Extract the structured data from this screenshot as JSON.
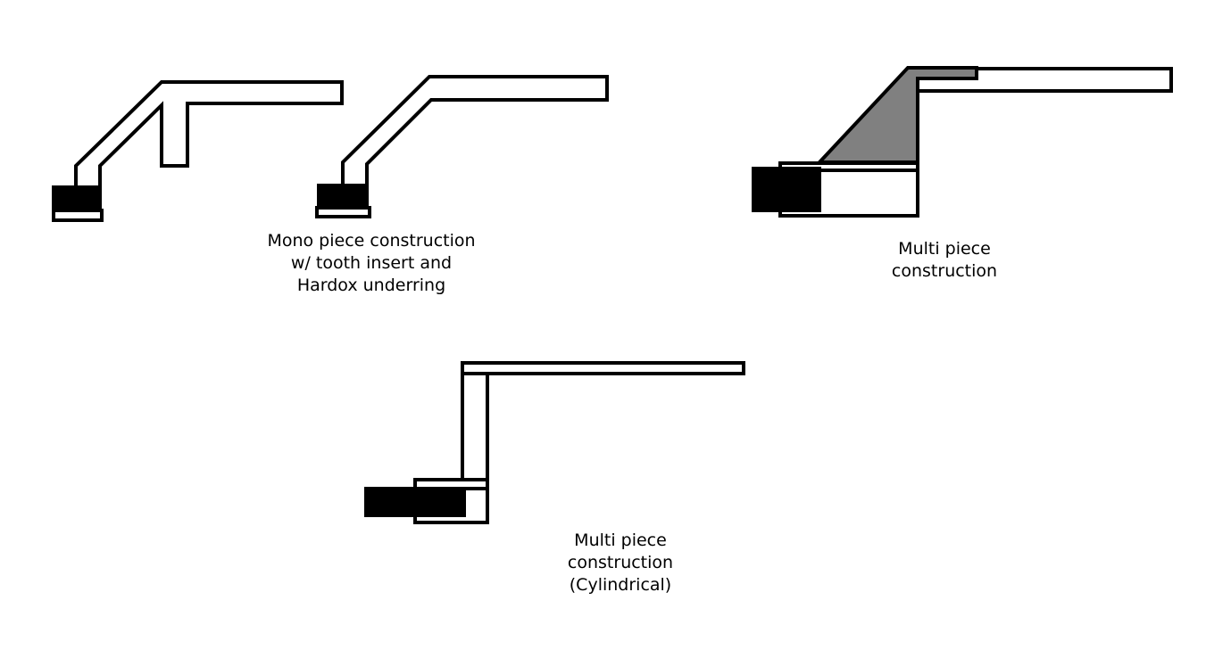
{
  "captions": {
    "mono": {
      "line1": "Mono piece construction",
      "line2": "w/ tooth insert and",
      "line3": "Hardox underring"
    },
    "multi": {
      "line1": "Multi piece",
      "line2": "construction"
    },
    "cylindrical": {
      "line1": "Multi piece",
      "line2": "construction",
      "line3": "(Cylindrical)"
    }
  },
  "colors": {
    "stroke": "#000000",
    "fill": "#ffffff",
    "gusset": "#808080",
    "insert": "#000000"
  }
}
